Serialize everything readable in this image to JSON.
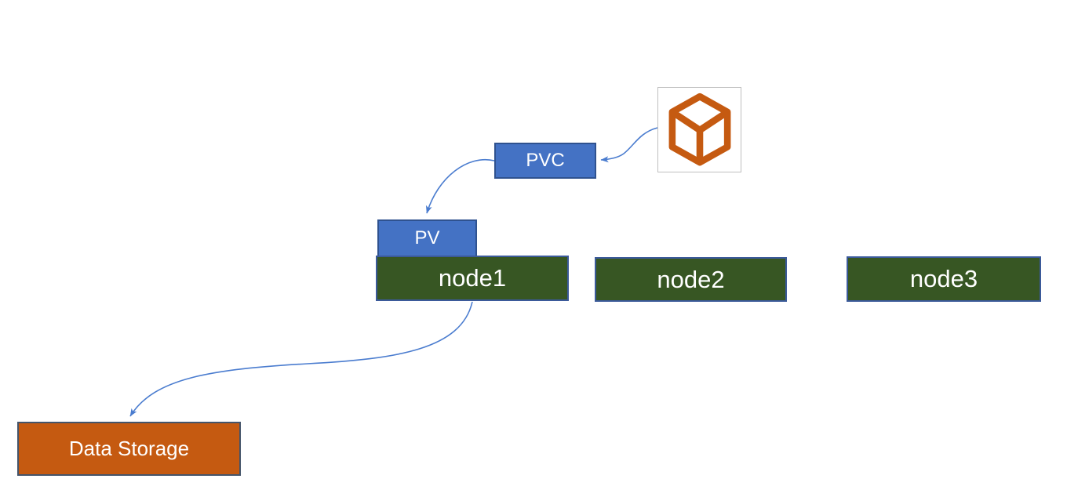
{
  "diagram": {
    "title": "kubernetes-pv-pvc-storage-diagram",
    "nodes": {
      "pvc": {
        "label": "PVC"
      },
      "pv": {
        "label": "PV"
      },
      "node1": {
        "label": "node1"
      },
      "node2": {
        "label": "node2"
      },
      "node3": {
        "label": "node3"
      },
      "data_storage": {
        "label": "Data Storage"
      }
    },
    "icons": {
      "pod_cube": "cube-outline-icon"
    },
    "connections": [
      {
        "from": "pod-cube-icon",
        "to": "PVC"
      },
      {
        "from": "PVC",
        "to": "PV"
      },
      {
        "from": "node1",
        "to": "Data Storage"
      }
    ],
    "colors": {
      "blue_fill": "#4472C4",
      "blue_border": "#2F528F",
      "green_fill": "#375623",
      "green_border": "#3B5A9A",
      "orange_fill": "#C55A11",
      "orange_border": "#44546A",
      "cube_stroke": "#C55A11",
      "frame_border": "#BFBFBF",
      "arrow": "#4A7CCF",
      "text": "#FFFFFF",
      "background": "#FFFFFF"
    }
  }
}
